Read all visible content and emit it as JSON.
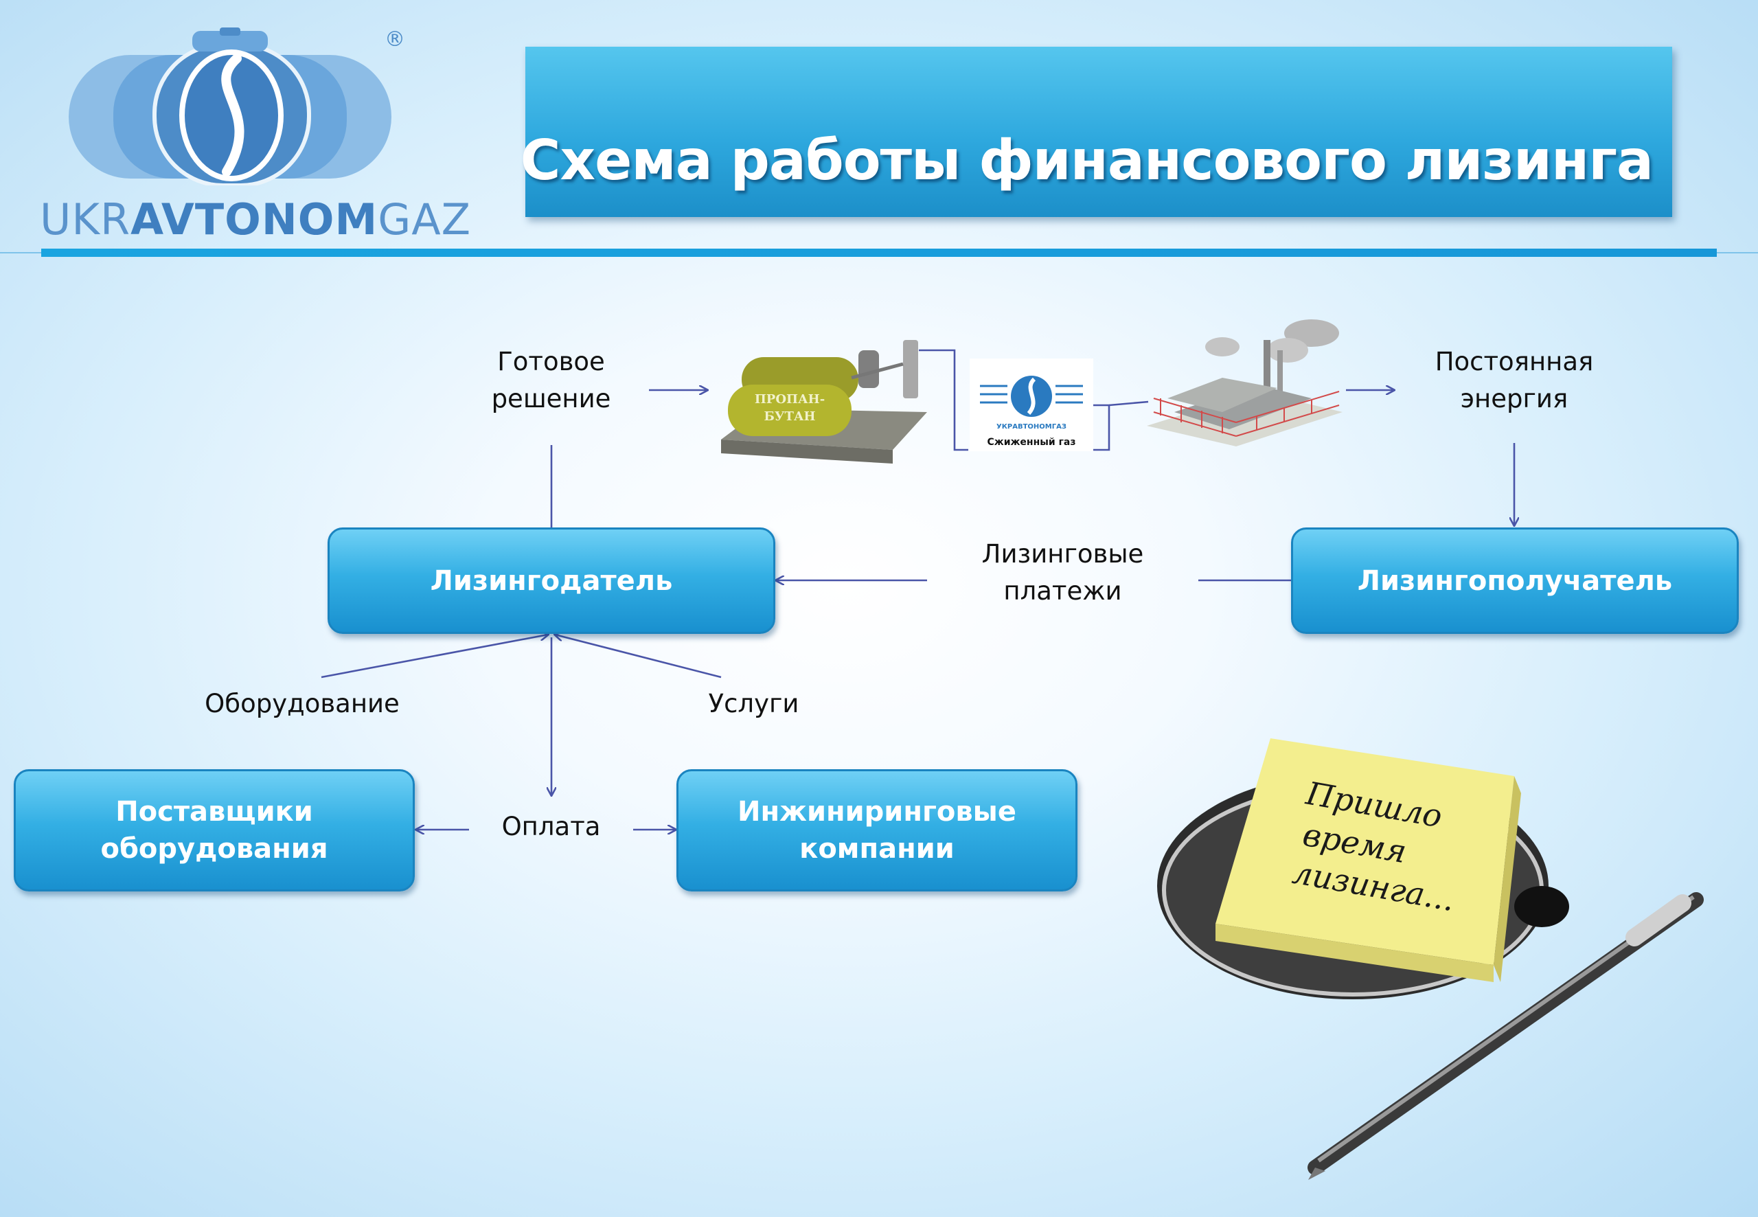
{
  "brand": {
    "wordmark_part1": "UKR",
    "wordmark_part2": "AVTONOM",
    "wordmark_part3": "GAZ",
    "registered_mark": "®",
    "logo_colors": [
      "#6aa6dc",
      "#4d8cc8",
      "#8dbde6"
    ]
  },
  "title": "Схема работы финансового лизинга",
  "nodes": {
    "lessor": "Лизингодатель",
    "lessee": "Лизингополучатель",
    "suppliers_line1": "Поставщики",
    "suppliers_line2": "оборудования",
    "engineering_line1": "Инжиниринговые",
    "engineering_line2": "компании"
  },
  "labels": {
    "ready_solution_line1": "Готовое",
    "ready_solution_line2": "решение",
    "constant_energy_line1": "Постоянная",
    "constant_energy_line2": "энергия",
    "lease_payments_line1": "Лизинговые",
    "lease_payments_line2": "платежи",
    "equipment": "Оборудование",
    "services": "Услуги",
    "payment": "Оплата"
  },
  "illustrations": {
    "tank_label_line1": "ПРОПАН-",
    "tank_label_line2": "БУТАН",
    "gas_logo_brand": "УКРАВТОНОМГАЗ",
    "gas_logo_caption": "Сжиженный газ",
    "sticky_note_line1": "Пришло",
    "sticky_note_line2": "время",
    "sticky_note_line3": "лизинга..."
  },
  "colors": {
    "box_fill": "#2ea8de",
    "title_banner": "#2ea8de",
    "arrow": "#4a55a8",
    "rule": "#1aa4e0",
    "sticky_note": "#f3ee8e"
  }
}
